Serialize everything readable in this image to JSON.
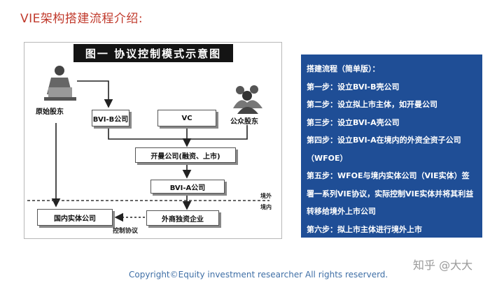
{
  "page_title": "VIE架构搭建流程介绍:",
  "diagram": {
    "title": "图一  协议控制模式示意图",
    "nodes": {
      "original_shareholders": "原始股东",
      "public_shareholders": "公众股东",
      "bvi_b": "BVI-B公司",
      "vc": "VC",
      "kaiman": "开曼公司(融资、上市)",
      "bvi_a": "BVI-A公司",
      "domestic_entity": "国内实体公司",
      "wfoe": "外商独资企业"
    },
    "labels": {
      "offshore": "境外",
      "onshore": "境内",
      "control_agreement": "控制协议"
    }
  },
  "steps": {
    "heading": "搭建流程（简单版）：",
    "items": [
      "第一步：设立BVI-B壳公司",
      "第二步：设立拟上市主体，如开曼公司",
      "第三步：设立BVI-A壳公司",
      "第四步：设立BVI-A在境内的外资全资子公司（WFOE）",
      "第五步：WFOE与境内实体公司（VIE实体）签署一系列VIE协议，实际控制VIE实体并将其利益转移给境外上市公司",
      "第六步：拟上市主体进行境外上市"
    ]
  },
  "footer": {
    "copyright": "Copyright©Equity investment researcher  All rights reserverd.",
    "watermark": "知乎 @大大"
  },
  "colors": {
    "title": "#c0392b",
    "panel_bg": "#1f4e96",
    "copyright": "#3f6fa6"
  },
  "icons": [
    "person-figure-icon",
    "group-people-icon"
  ]
}
